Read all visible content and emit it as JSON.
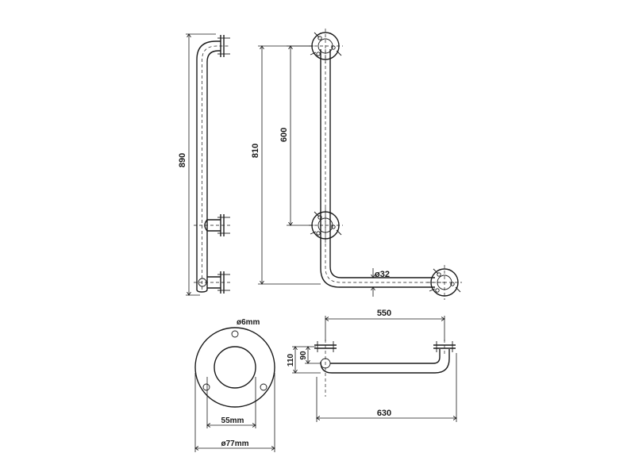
{
  "dimensions": {
    "side_height": "890",
    "front_height": "810",
    "front_span": "600",
    "tube_diameter": "ø32",
    "hole_diameter": "ø6mm",
    "inner_diameter": "55mm",
    "outer_diameter": "ø77mm",
    "top_length": "550",
    "total_length": "630",
    "depth_outer": "110",
    "depth_inner": "90"
  }
}
